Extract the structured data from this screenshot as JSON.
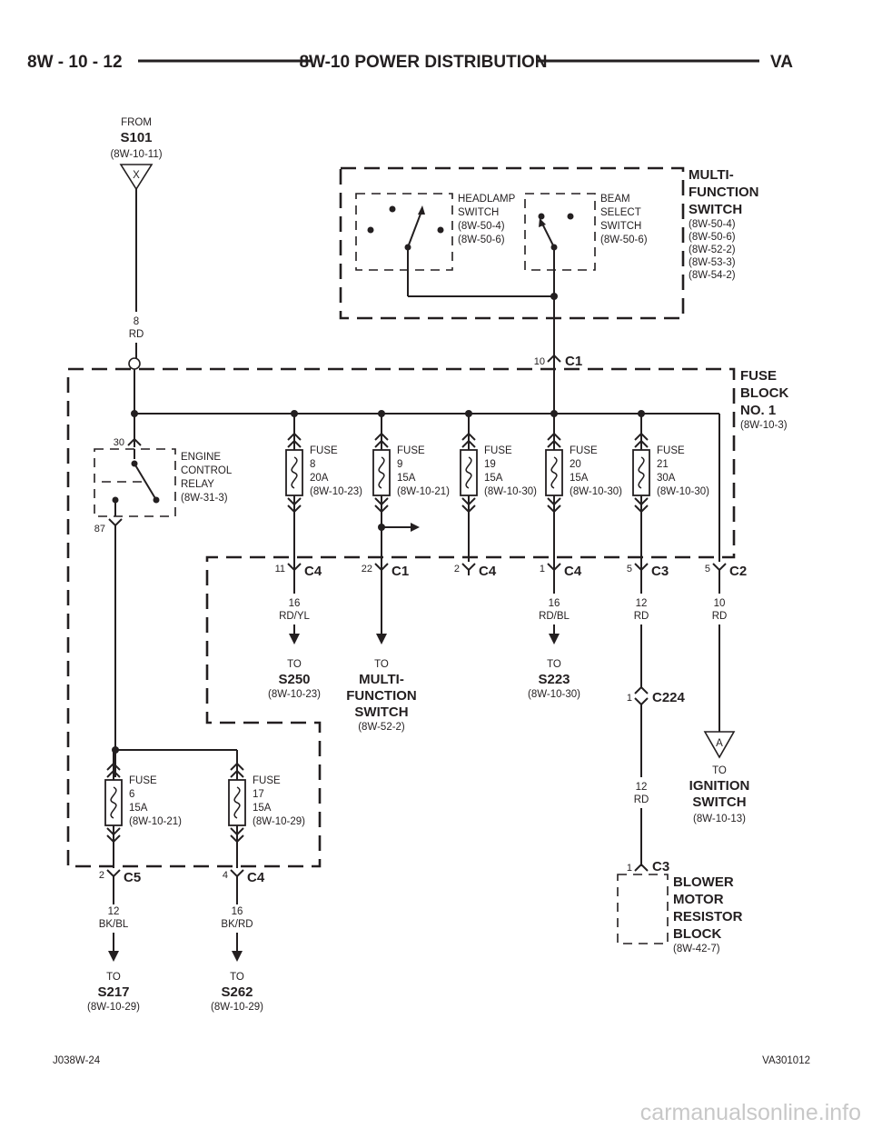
{
  "header": {
    "page_number": "8W - 10 - 12",
    "title": "8W-10 POWER DISTRIBUTION",
    "model": "VA"
  },
  "source": {
    "from_label": "FROM",
    "splice": "S101",
    "ref": "(8W-10-11)",
    "marker": "X",
    "wire_gauge": "8",
    "wire_color": "RD"
  },
  "multifunction_switch": {
    "title_lines": [
      "MULTI-",
      "FUNCTION",
      "SWITCH"
    ],
    "refs": [
      "(8W-50-4)",
      "(8W-50-6)",
      "(8W-52-2)",
      "(8W-53-3)",
      "(8W-54-2)"
    ],
    "headlamp_lines": [
      "HEADLAMP",
      "SWITCH",
      "(8W-50-4)",
      "(8W-50-6)"
    ],
    "beam_lines": [
      "BEAM",
      "SELECT",
      "SWITCH",
      "(8W-50-6)"
    ],
    "pin": "10",
    "connector": "C1"
  },
  "fuse_block": {
    "title_lines": [
      "FUSE",
      "BLOCK",
      "NO. 1"
    ],
    "ref": "(8W-10-3)"
  },
  "relay": {
    "pin_in": "30",
    "pin_out": "87",
    "lines": [
      "ENGINE",
      "CONTROL",
      "RELAY",
      "(8W-31-3)"
    ]
  },
  "fuses": [
    {
      "lines": [
        "FUSE",
        "8",
        "20A",
        "(8W-10-23)"
      ]
    },
    {
      "lines": [
        "FUSE",
        "9",
        "15A",
        "(8W-10-21)"
      ]
    },
    {
      "lines": [
        "FUSE",
        "19",
        "15A",
        "(8W-10-30)"
      ]
    },
    {
      "lines": [
        "FUSE",
        "20",
        "15A",
        "(8W-10-30)"
      ]
    },
    {
      "lines": [
        "FUSE",
        "21",
        "30A",
        "(8W-10-30)"
      ]
    },
    {
      "lines": [
        "FUSE",
        "6",
        "15A",
        "(8W-10-21)"
      ]
    },
    {
      "lines": [
        "FUSE",
        "17",
        "15A",
        "(8W-10-29)"
      ]
    }
  ],
  "connectors": [
    {
      "pin": "11",
      "name": "C4"
    },
    {
      "pin": "22",
      "name": "C1"
    },
    {
      "pin": "2",
      "name": "C4"
    },
    {
      "pin": "1",
      "name": "C4"
    },
    {
      "pin": "5",
      "name": "C3"
    },
    {
      "pin": "5",
      "name": "C2"
    },
    {
      "pin": "2",
      "name": "C5"
    },
    {
      "pin": "4",
      "name": "C4"
    },
    {
      "pin": "1",
      "name": "C224"
    },
    {
      "pin": "1",
      "name": "C3"
    }
  ],
  "wires": [
    {
      "gauge": "16",
      "color": "RD/YL"
    },
    {
      "gauge": "16",
      "color": "RD/BL"
    },
    {
      "gauge": "12",
      "color": "RD"
    },
    {
      "gauge": "10",
      "color": "RD"
    },
    {
      "gauge": "12",
      "color": "RD"
    },
    {
      "gauge": "12",
      "color": "BK/BL"
    },
    {
      "gauge": "16",
      "color": "BK/RD"
    }
  ],
  "destinations": [
    {
      "to": "TO",
      "name_lines": [
        "S250"
      ],
      "ref": "(8W-10-23)"
    },
    {
      "to": "TO",
      "name_lines": [
        "MULTI-",
        "FUNCTION",
        "SWITCH"
      ],
      "ref": "(8W-52-2)"
    },
    {
      "to": "TO",
      "name_lines": [
        "S223"
      ],
      "ref": "(8W-10-30)"
    },
    {
      "to": "TO",
      "name_lines": [
        "IGNITION",
        "SWITCH"
      ],
      "ref": "(8W-10-13)",
      "marker": "A"
    },
    {
      "to": "TO",
      "name_lines": [
        "S217"
      ],
      "ref": "(8W-10-29)"
    },
    {
      "to": "TO",
      "name_lines": [
        "S262"
      ],
      "ref": "(8W-10-29)"
    }
  ],
  "blower": {
    "title_lines": [
      "BLOWER",
      "MOTOR",
      "RESISTOR",
      "BLOCK"
    ],
    "ref": "(8W-42-7)"
  },
  "footer": {
    "left_code": "J038W-24",
    "right_code": "VA301012",
    "watermark": "carmanualsonline.info"
  }
}
